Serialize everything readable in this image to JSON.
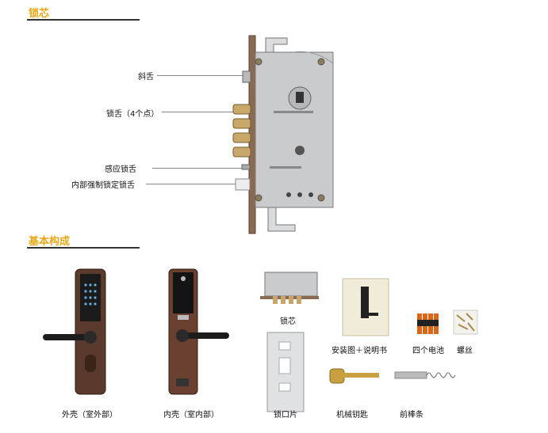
{
  "section1": {
    "title": "锁芯"
  },
  "section2": {
    "title": "基本构成"
  },
  "callouts": {
    "latch": "斜舌",
    "bolt": "锁舌（4个点）",
    "sensor": "感应锁舌",
    "deadlock": "内部强制锁定锁舌"
  },
  "components": {
    "outer_shell": "外壳（室外部）",
    "inner_shell": "内壳（室内部）",
    "lock_core": "锁芯",
    "strike_plate": "锁口片",
    "manual": "安装图＋说明书",
    "batteries": "四个电池",
    "screws": "螺丝",
    "keys": "机械钥匙",
    "spindle": "前棒条"
  },
  "colors": {
    "accent": "#e6a817",
    "bronze": "#5a3a2c",
    "metal": "#c9cbcc"
  }
}
